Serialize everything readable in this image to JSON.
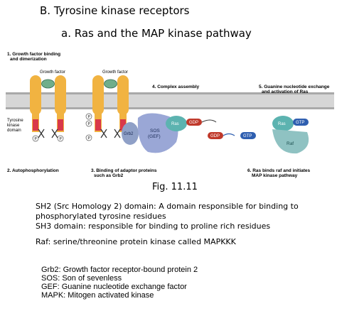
{
  "header": {
    "title": "B. Tyrosine kinase receptors",
    "subtitle": "a. Ras and the MAP kinase pathway"
  },
  "diagram": {
    "step1_line1": "1. Growth factor binding",
    "step1_line2": "and dimerization",
    "growth_factor_left": "Growth factor",
    "growth_factor_right": "Growth factor",
    "tyrosine_kinase_line1": "Tyrosine",
    "tyrosine_kinase_line2": "kinase",
    "tyrosine_kinase_line3": "domain",
    "p_label": "P",
    "step2": "2. Autophosphorylation",
    "step3_line1": "3. Binding of adaptor proteins",
    "step3_line2": "such as Grb2",
    "grb2": "Grb2",
    "sos_line1": "SOS",
    "sos_line2": "(GEF)",
    "step4": "4. Complex assembly",
    "ras": "Ras",
    "gdp": "GDP",
    "gtp": "GTP",
    "raf": "Raf",
    "step5_line1": "5. Guanine nucleotide exchange",
    "step5_line2": "and activation of Ras",
    "step6_line1": "6. Ras binds raf and initiates",
    "step6_line2": "MAP kinase pathway"
  },
  "caption": "Fig. 11.11",
  "notes": {
    "sh2_line1": "SH2 (Src Homology 2) domain: A domain responsible for binding to",
    "sh2_line2": "phosphorylated tyrosine residues",
    "sh3": "SH3 domain: responsible for binding to proline rich residues",
    "raf": "Raf: serine/threonine protein kinase called MAPKKK"
  },
  "abbreviations": [
    "Grb2: Growth factor receptor-bound protein 2",
    "SOS: Son of sevenless",
    "GEF: Guanine nucleotide exchange factor",
    "MAPK: Mitogen activated kinase"
  ],
  "colors": {
    "receptor": "#f1b341",
    "kinase": "#d9384a",
    "growth_factor": "#6fae8b",
    "membrane": "#c9c9c9",
    "ras": "#5cb3b0",
    "gdp": "#c0392b",
    "gtp": "#2f5fb0",
    "sos": "#9aa7d6",
    "raf": "#8fc2c2"
  }
}
